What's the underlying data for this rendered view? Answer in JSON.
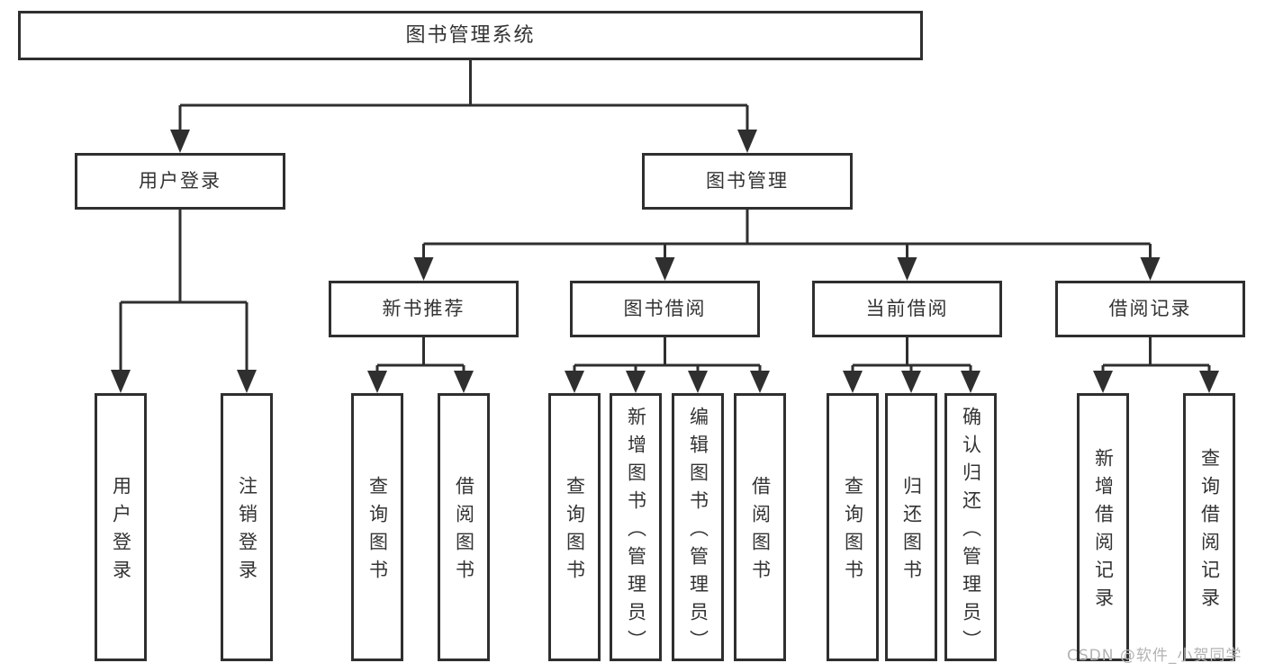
{
  "tree": {
    "label": "图书管理系统",
    "children": [
      {
        "label": "用户登录",
        "children": [
          {
            "label": "用户登录"
          },
          {
            "label": "注销登录"
          }
        ]
      },
      {
        "label": "图书管理",
        "children": [
          {
            "label": "新书推荐",
            "children": [
              {
                "label": "查询图书"
              },
              {
                "label": "借阅图书"
              }
            ]
          },
          {
            "label": "图书借阅",
            "children": [
              {
                "label": "查询图书"
              },
              {
                "label": "新增图书（管理员）"
              },
              {
                "label": "编辑图书（管理员）"
              },
              {
                "label": "借阅图书"
              }
            ]
          },
          {
            "label": "当前借阅",
            "children": [
              {
                "label": "查询图书"
              },
              {
                "label": "归还图书"
              },
              {
                "label": "确认归还（管理员）"
              }
            ]
          },
          {
            "label": "借阅记录",
            "children": [
              {
                "label": "新增借阅记录"
              },
              {
                "label": "查询借阅记录"
              }
            ]
          }
        ]
      }
    ]
  },
  "colors": {
    "line": "#2f2f2f",
    "text": "#333333",
    "watermark": "#b3b3b3",
    "background": "#ffffff"
  },
  "watermark": {
    "text": "CSDN @软件_小贺同学"
  }
}
